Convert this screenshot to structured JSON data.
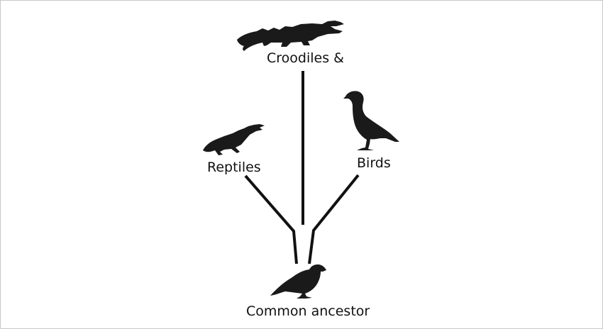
{
  "diagram": {
    "nodes": {
      "crocodiles": {
        "label": "Croodiles &",
        "icon": "crocodile-icon"
      },
      "reptiles": {
        "label": "Reptiles",
        "icon": "lizard-icon"
      },
      "birds": {
        "label": "Birds",
        "icon": "bird-icon"
      },
      "ancestor": {
        "label": "Common ancestor",
        "icon": "ancestor-bird-icon"
      }
    },
    "edges": [
      {
        "from": "ancestor",
        "to": "reptiles"
      },
      {
        "from": "ancestor",
        "to": "crocodiles"
      },
      {
        "from": "ancestor",
        "to": "birds"
      }
    ],
    "colors": {
      "line": "#111111",
      "silhouette": "#1a1a1a",
      "frame": "#c8c8c8"
    }
  }
}
